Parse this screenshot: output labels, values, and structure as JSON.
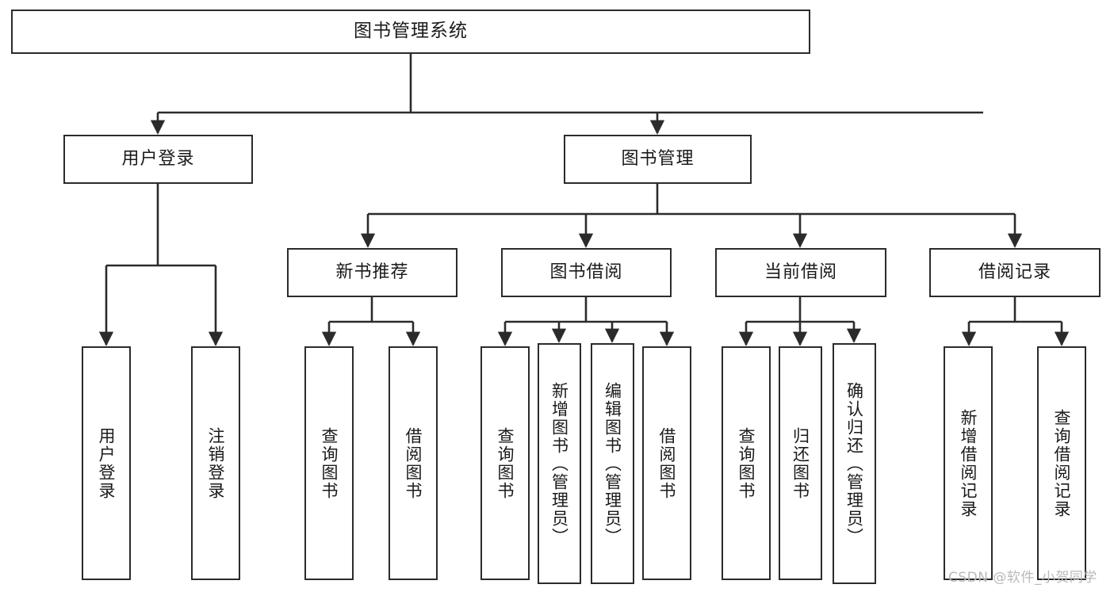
{
  "diagram": {
    "title": "图书管理系统",
    "type": "tree-structure-chart",
    "watermark": "CSDN @软件_小贺同学",
    "colors": {
      "border": "#2b2b2b",
      "background": "#ffffff",
      "text": "#1a1a1a",
      "watermark": "#b9b9b9"
    },
    "nodes": {
      "root": {
        "label": "图书管理系统"
      },
      "level2": [
        {
          "label": "用户登录"
        },
        {
          "label": "图书管理"
        }
      ],
      "level3": [
        {
          "label": "新书推荐"
        },
        {
          "label": "图书借阅"
        },
        {
          "label": "当前借阅"
        },
        {
          "label": "借阅记录"
        }
      ],
      "leaves": {
        "user_login": [
          {
            "label": "用户登录"
          },
          {
            "label": "注销登录"
          }
        ],
        "new_book_recommend": [
          {
            "label": "查询图书"
          },
          {
            "label": "借阅图书"
          }
        ],
        "book_borrow": [
          {
            "label": "查询图书"
          },
          {
            "label": "新增图书（管理员）"
          },
          {
            "label": "编辑图书（管理员）"
          },
          {
            "label": "借阅图书"
          }
        ],
        "current_borrow": [
          {
            "label": "查询图书"
          },
          {
            "label": "归还图书"
          },
          {
            "label": "确认归还（管理员）"
          }
        ],
        "borrow_records": [
          {
            "label": "新增借阅记录"
          },
          {
            "label": "查询借阅记录"
          }
        ]
      }
    }
  }
}
